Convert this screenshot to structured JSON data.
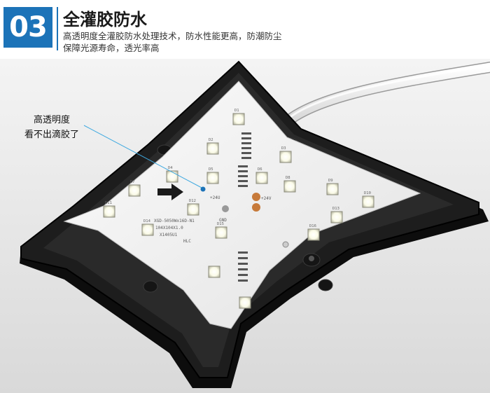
{
  "header": {
    "number": "03",
    "title": "全灌胶防水",
    "description_line1": "高透明度全灌胶防水处理技术，防水性能更高，防潮防尘",
    "description_line2": "保障光源寿命，透光率高"
  },
  "callout": {
    "line1": "高透明度",
    "line2": "看不出滴胶了"
  },
  "photo": {
    "subject": "star-shaped LED module with black housing, white PCB with SMD LEDs, and white cable",
    "colors": {
      "accent": "#1c73b8",
      "housing": "#1b1b1b",
      "pcb": "#f2f2f2",
      "background": "#ececec"
    }
  },
  "pcb_labels": {
    "model": "XGD-5050Wx16D-N1",
    "size": "104X104X1.0",
    "date": "X1405U1",
    "brand": "HLC",
    "plus24v": "+24U",
    "plus24v_b": "+24V",
    "gnd": "GND",
    "leds": [
      "D1",
      "D2",
      "D3",
      "D4",
      "D5",
      "D6",
      "D7",
      "D8",
      "D9",
      "D10",
      "D11",
      "D12",
      "D13",
      "D14",
      "D15",
      "D16"
    ]
  }
}
